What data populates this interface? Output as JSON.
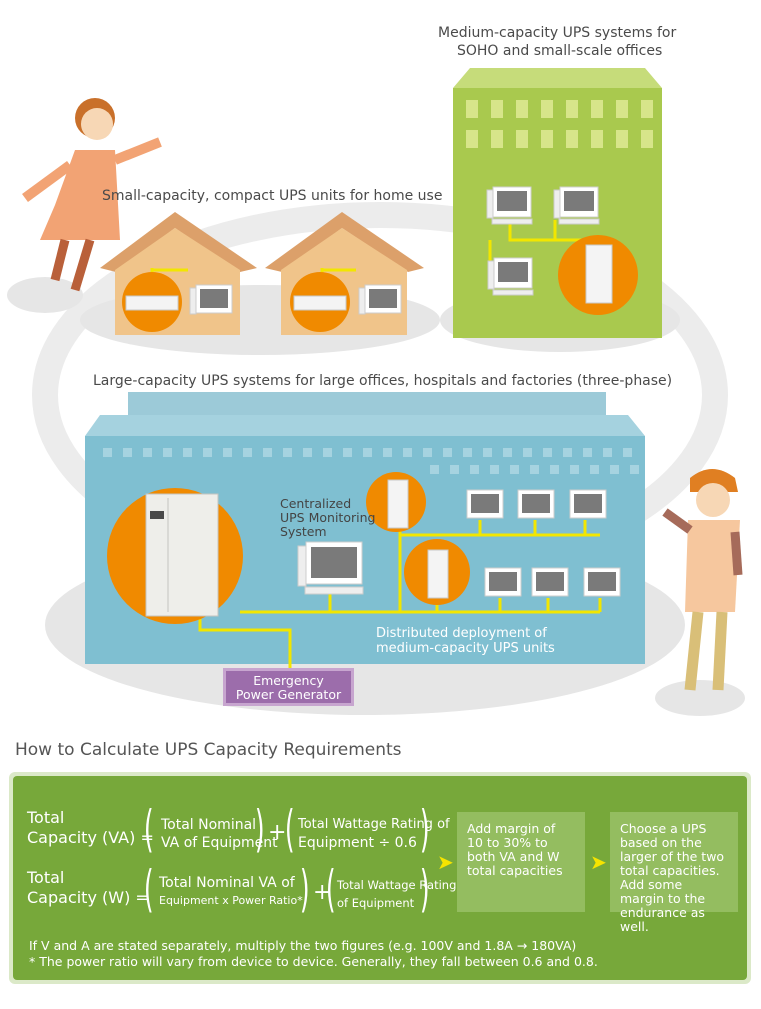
{
  "labels": {
    "medium_line1": "Medium-capacity UPS systems for",
    "medium_line2": "SOHO and small-scale offices",
    "small": "Small-capacity, compact UPS units for home use",
    "large": "Large-capacity UPS systems for large offices, hospitals and factories (three-phase)",
    "central_1": "Centralized",
    "central_2": "UPS Monitoring",
    "central_3": "System",
    "distributed_1": "Distributed deployment of",
    "distributed_2": "medium-capacity UPS units",
    "generator_1": "Emergency",
    "generator_2": "Power Generator"
  },
  "calc": {
    "title": "How to Calculate UPS Capacity Requirements",
    "va_label_1": "Total",
    "va_label_2": "Capacity (VA) =",
    "va_term1_1": "Total Nominal",
    "va_term1_2": "VA of Equipment",
    "va_term2_1": "Total Wattage Rating of",
    "va_term2_2": "Equipment ÷ 0.6",
    "w_label_1": "Total",
    "w_label_2": "Capacity (W) =",
    "w_term1_1": "Total Nominal VA of",
    "w_term1_2": "Equipment x Power Ratio*",
    "w_term2_1": "Total Wattage Rating",
    "w_term2_2": "of Equipment",
    "plus": "+",
    "step1": "Add margin of 10 to 30% to both VA and W total capacities",
    "step2": "Choose a UPS based on the larger of the two total capacities. Add some margin to the endurance as well.",
    "note1": "If V and A are stated separately, multiply the two figures (e.g. 100V and 1.8A → 180VA)",
    "note2": "* The power ratio will vary from device to device. Generally, they fall between 0.6 and 0.8."
  },
  "colors": {
    "orange": "#f08a00",
    "green_panel": "#77a83a",
    "blue_building": "#7fbfd1",
    "green_building": "#a9c94e",
    "house": "#f0c48a",
    "generator": "#9c6dab",
    "cable": "#f2e600"
  }
}
